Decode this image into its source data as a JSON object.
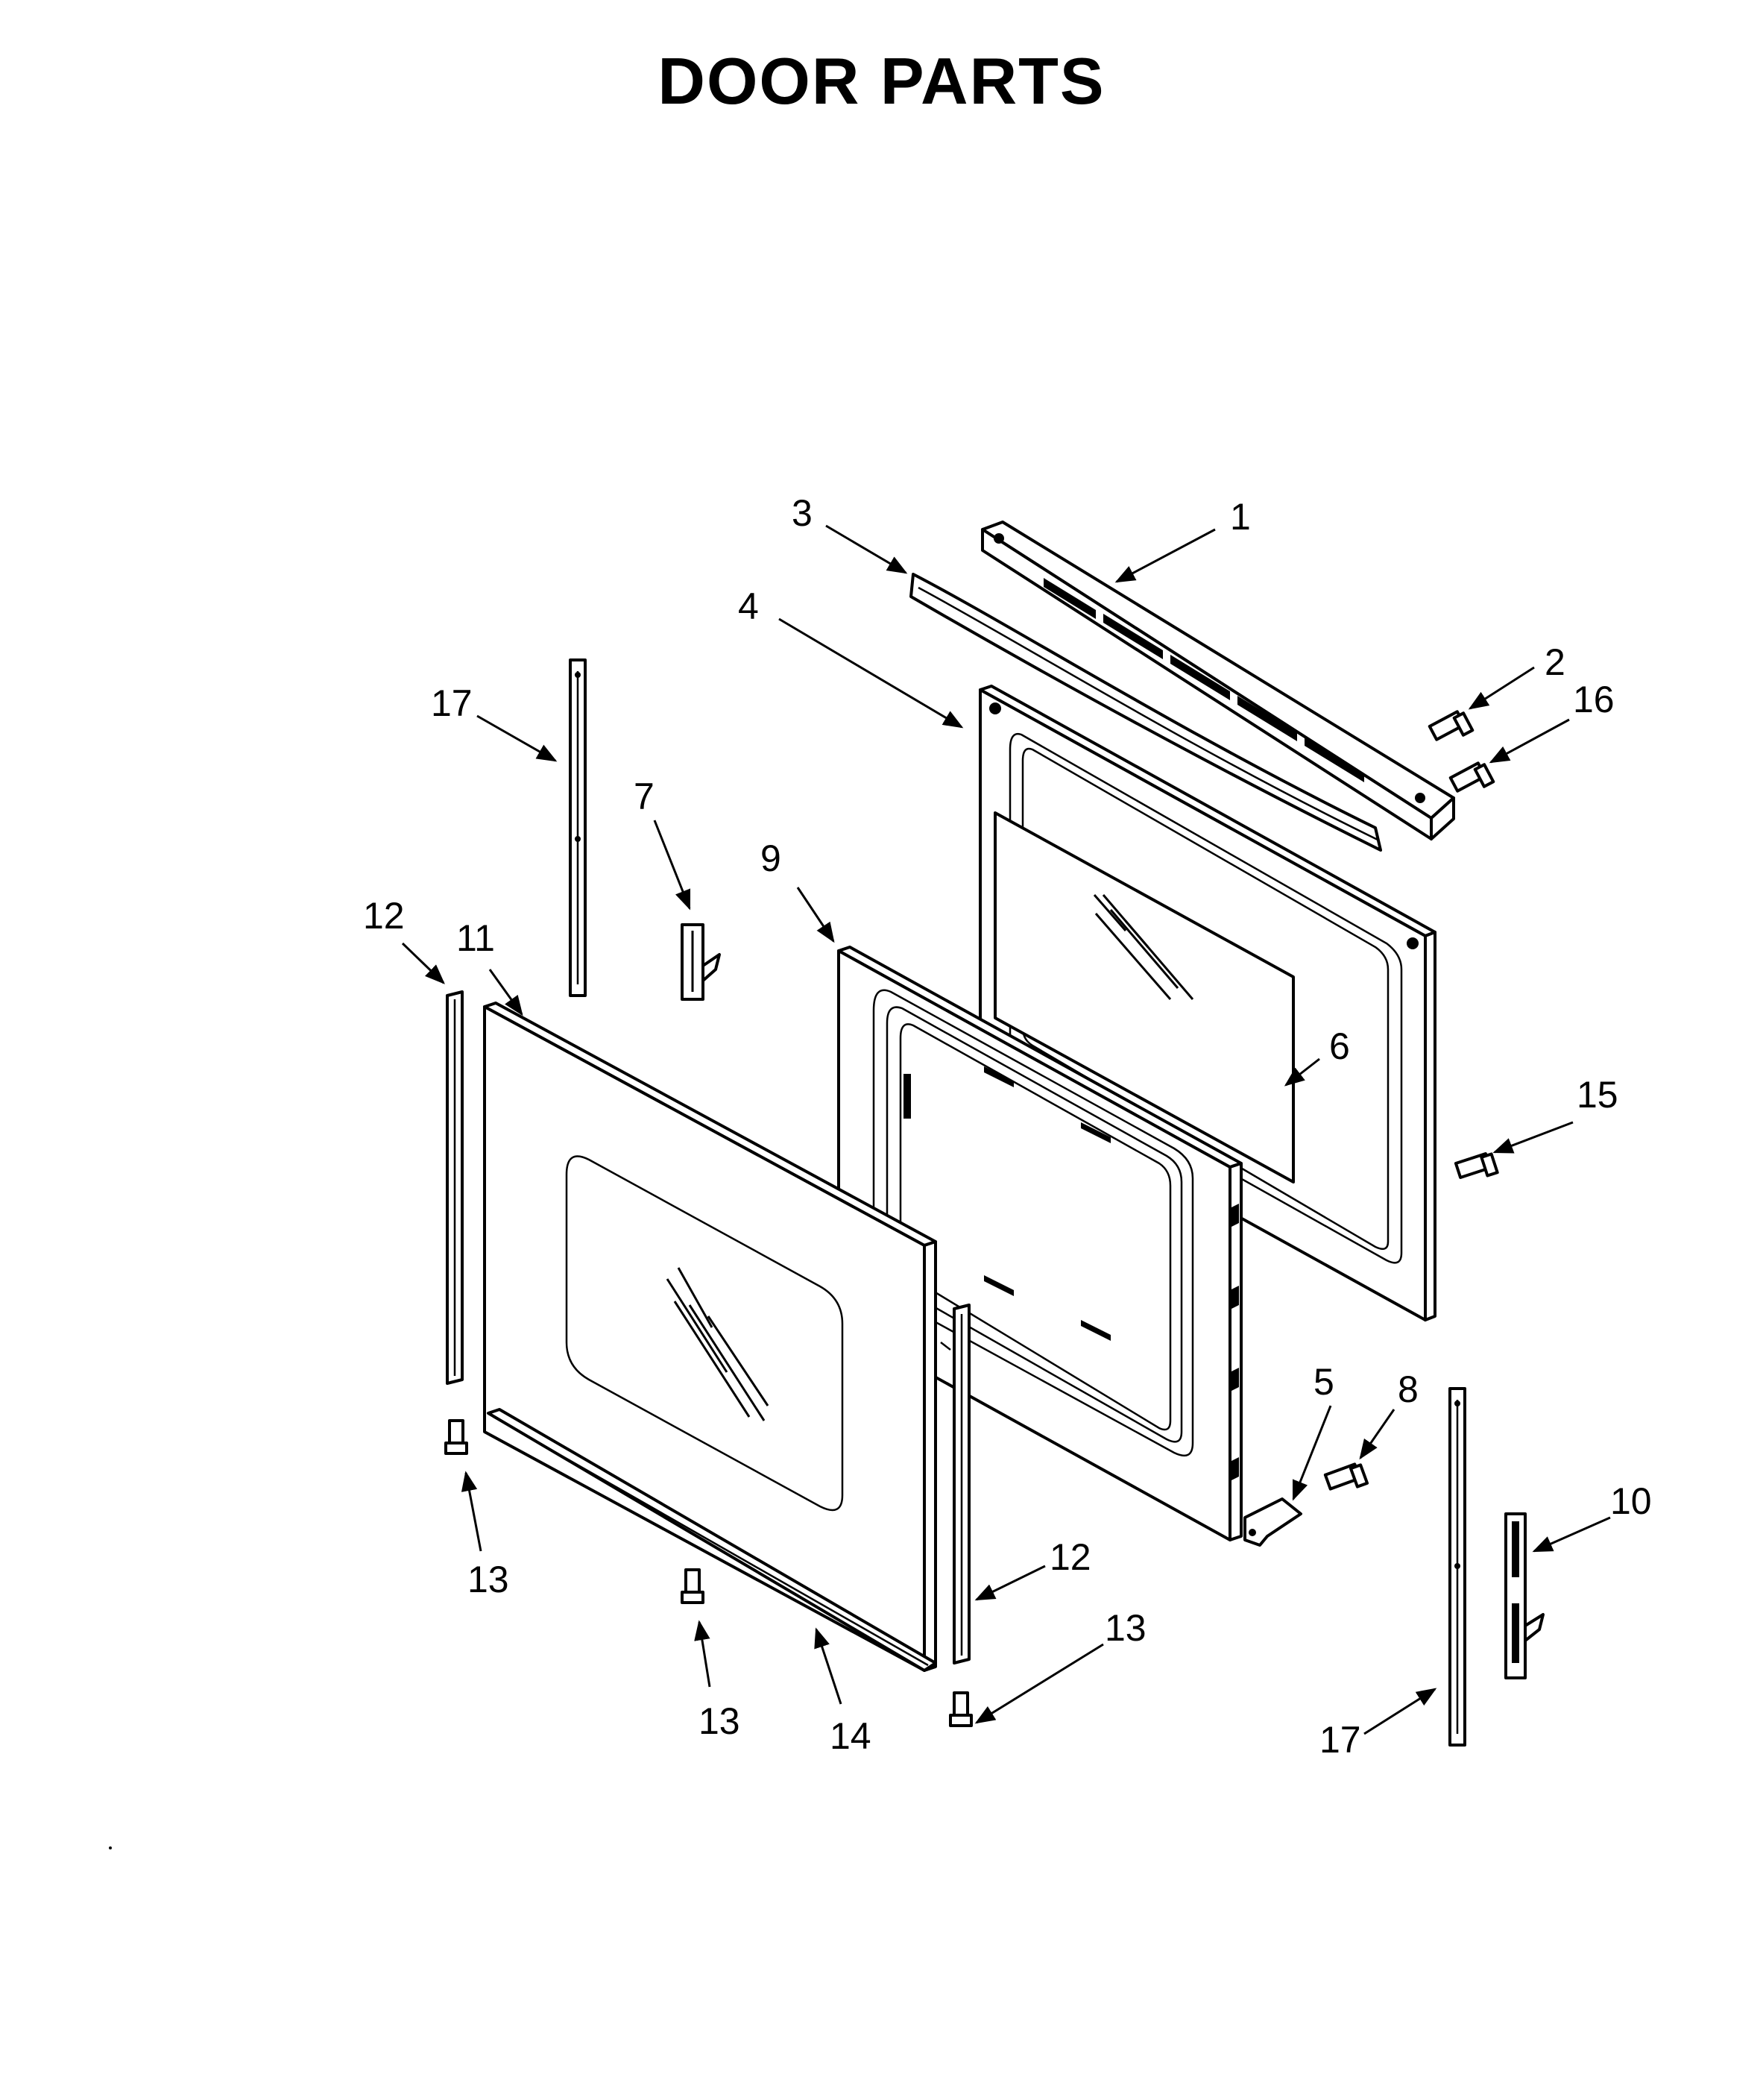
{
  "title": "DOOR PARTS",
  "callouts": {
    "c1": "1",
    "c2": "2",
    "c3": "3",
    "c4": "4",
    "c5": "5",
    "c6": "6",
    "c7": "7",
    "c8": "8",
    "c9": "9",
    "c10": "10",
    "c11": "11",
    "c12a": "12",
    "c12b": "12",
    "c13a": "13",
    "c13b": "13",
    "c13c": "13",
    "c14": "14",
    "c15": "15",
    "c16": "16",
    "c17a": "17",
    "c17b": "17"
  }
}
